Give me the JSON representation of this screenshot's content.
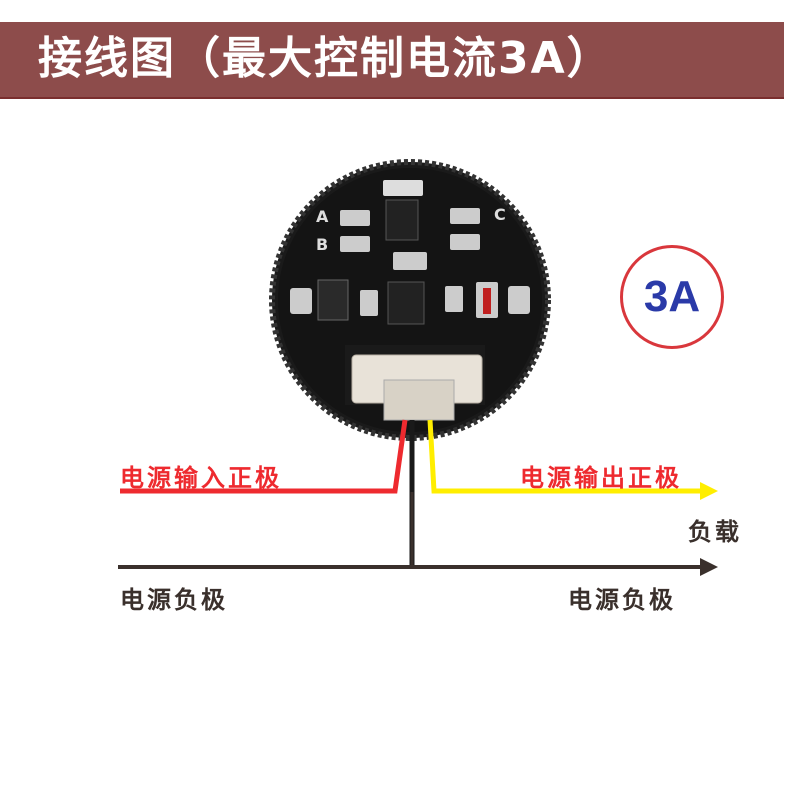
{
  "header": {
    "title": "接线图（最大控制电流3A）"
  },
  "badge": {
    "text": "3A"
  },
  "board": {
    "pad_labels": [
      "A",
      "B",
      "C"
    ]
  },
  "labels": {
    "input_positive": "电源输入正极",
    "output_positive": "电源输出正极",
    "load": "负载",
    "negative_left": "电源负极",
    "negative_right": "电源负极"
  },
  "colors": {
    "header": "#8d4c4b",
    "red_wire": "#ee2a2f",
    "yellow_wire": "#ffee00",
    "ground_wire": "#3a302c",
    "badge_border": "#d9373c",
    "badge_text": "#2a3aa8"
  }
}
